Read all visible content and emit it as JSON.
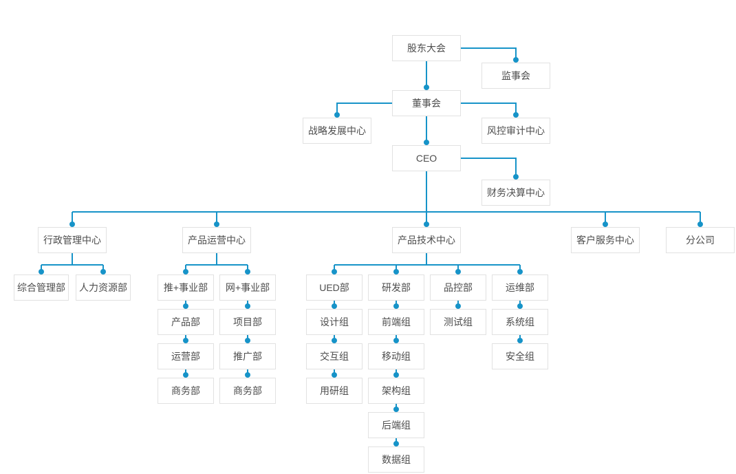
{
  "diagram": {
    "type": "org-chart",
    "line_color": "#1693c8",
    "node_border_color": "#e1e1e1",
    "node_text_color": "#4d4d4d",
    "background_color": "#ffffff",
    "nodes": {
      "shareholders_meeting": "股东大会",
      "supervisory_board": "监事会",
      "board_of_directors": "董事会",
      "strategy_center": "战略发展中心",
      "risk_audit_center": "风控审计中心",
      "ceo": "CEO",
      "finance_center": "财务决算中心",
      "admin_center": "行政管理中心",
      "ops_center": "产品运营中心",
      "tech_center": "产品技术中心",
      "service_center": "客户服务中心",
      "branch_company": "分公司",
      "general_mgmt_dept": "综合管理部",
      "hr_dept": "人力资源部",
      "tui_division": "推+事业部",
      "wang_division": "网+事业部",
      "product_dept": "产品部",
      "operation_dept": "运营部",
      "tui_business_dept": "商务部",
      "project_dept": "项目部",
      "promotion_dept": "推广部",
      "wang_business_dept": "商务部",
      "ued_dept": "UED部",
      "design_group": "设计组",
      "interaction_group": "交互组",
      "user_research_group": "用研组",
      "rd_dept": "研发部",
      "frontend_group": "前端组",
      "mobile_group": "移动组",
      "architecture_group": "架构组",
      "backend_group": "后端组",
      "data_group": "数据组",
      "qc_dept": "品控部",
      "testing_group": "测试组",
      "om_dept": "运维部",
      "system_group": "系统组",
      "security_group": "安全组"
    },
    "hierarchy": [
      {
        "parent": "股东大会",
        "children": [
          "监事会",
          "董事会"
        ]
      },
      {
        "parent": "董事会",
        "children": [
          "战略发展中心",
          "风控审计中心",
          "CEO"
        ]
      },
      {
        "parent": "CEO",
        "children": [
          "财务决算中心",
          "行政管理中心",
          "产品运营中心",
          "产品技术中心",
          "客户服务中心",
          "分公司"
        ]
      },
      {
        "parent": "行政管理中心",
        "children": [
          "综合管理部",
          "人力资源部"
        ]
      },
      {
        "parent": "产品运营中心",
        "children": [
          "推+事业部",
          "网+事业部"
        ]
      },
      {
        "parent": "推+事业部",
        "children": [
          "产品部",
          "运营部",
          "商务部"
        ]
      },
      {
        "parent": "网+事业部",
        "children": [
          "项目部",
          "推广部",
          "商务部"
        ]
      },
      {
        "parent": "产品技术中心",
        "children": [
          "UED部",
          "研发部",
          "品控部",
          "运维部"
        ]
      },
      {
        "parent": "UED部",
        "children": [
          "设计组",
          "交互组",
          "用研组"
        ]
      },
      {
        "parent": "研发部",
        "children": [
          "前端组",
          "移动组",
          "架构组",
          "后端组",
          "数据组"
        ]
      },
      {
        "parent": "品控部",
        "children": [
          "测试组"
        ]
      },
      {
        "parent": "运维部",
        "children": [
          "系统组",
          "安全组"
        ]
      }
    ]
  }
}
